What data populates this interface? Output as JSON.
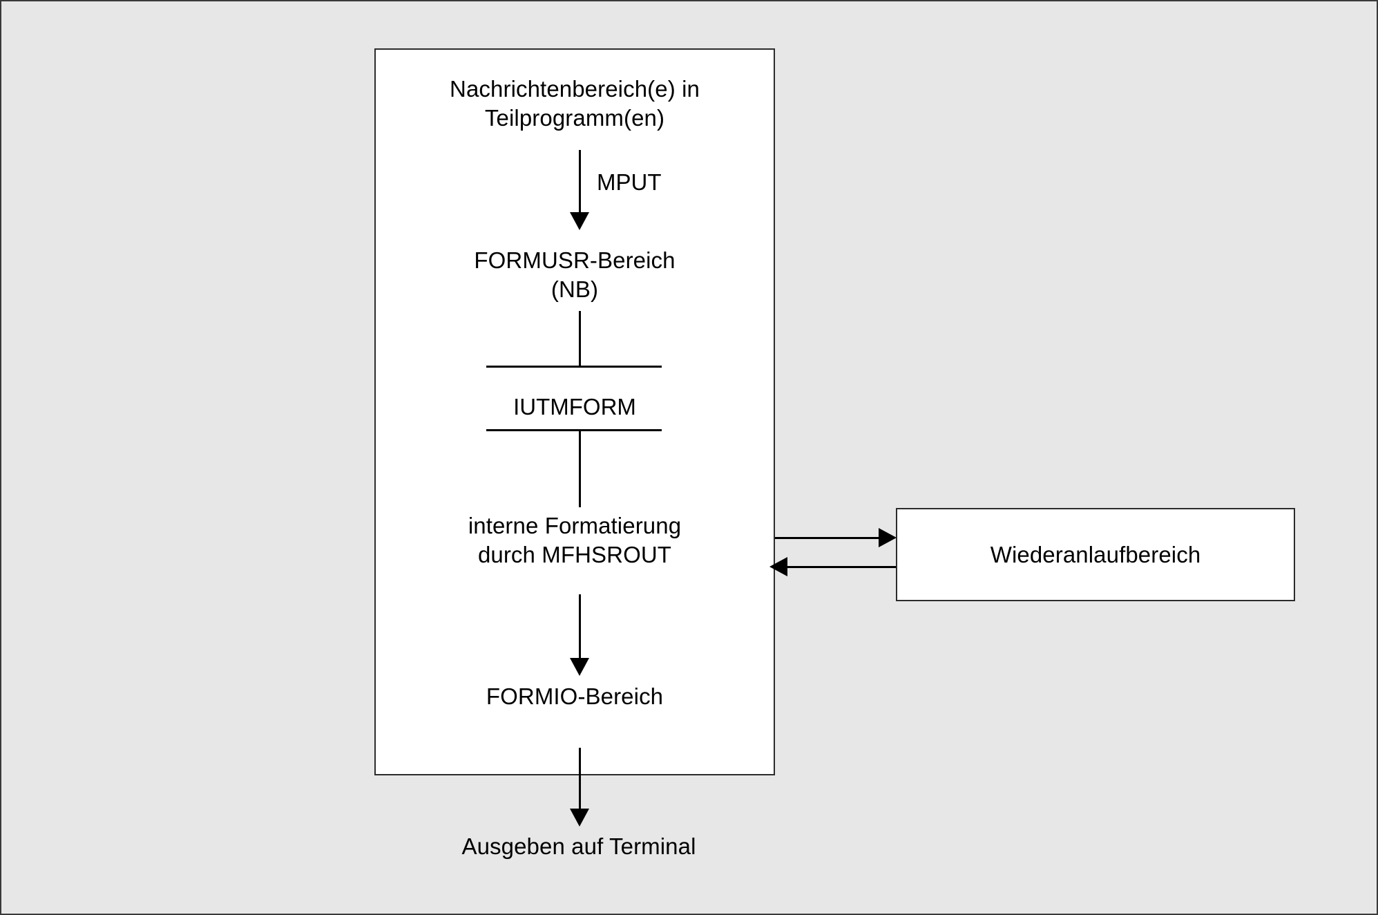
{
  "diagram": {
    "title_present": false,
    "background_color": "#e7e7e6",
    "line_color": "#000000",
    "box_fill": "#ffffff",
    "box_border": "#2b2b2b",
    "main_box": {
      "nodes": [
        {
          "id": "message-areas",
          "label": "Nachrichtenbereich(e) in\nTeilprogramm(en)"
        },
        {
          "id": "formusr-area",
          "label": "FORMUSR-Bereich\n(NB)"
        },
        {
          "id": "iutmform",
          "label": "IUTMFORM"
        },
        {
          "id": "internal-formatting",
          "label": "interne Formatierung\ndurch MFHSROUT"
        },
        {
          "id": "formio-area",
          "label": "FORMIO-Bereich"
        }
      ],
      "edge_labels": [
        {
          "id": "mput",
          "label": "MPUT"
        }
      ]
    },
    "recovery_box": {
      "label": "Wiederanlaufbereich"
    },
    "output_node": {
      "label": "Ausgeben auf Terminal"
    },
    "connections": [
      {
        "from": "message-areas",
        "to": "formusr-area",
        "label": "MPUT",
        "arrow": "down"
      },
      {
        "from": "formusr-area",
        "to": "internal-formatting",
        "label": "IUTMFORM",
        "arrow": "none"
      },
      {
        "from": "internal-formatting",
        "to": "recovery-box",
        "arrow": "right"
      },
      {
        "from": "recovery-box",
        "to": "internal-formatting",
        "arrow": "left"
      },
      {
        "from": "internal-formatting",
        "to": "formio-area",
        "arrow": "down"
      },
      {
        "from": "formio-area",
        "to": "output-node",
        "arrow": "down"
      }
    ]
  }
}
